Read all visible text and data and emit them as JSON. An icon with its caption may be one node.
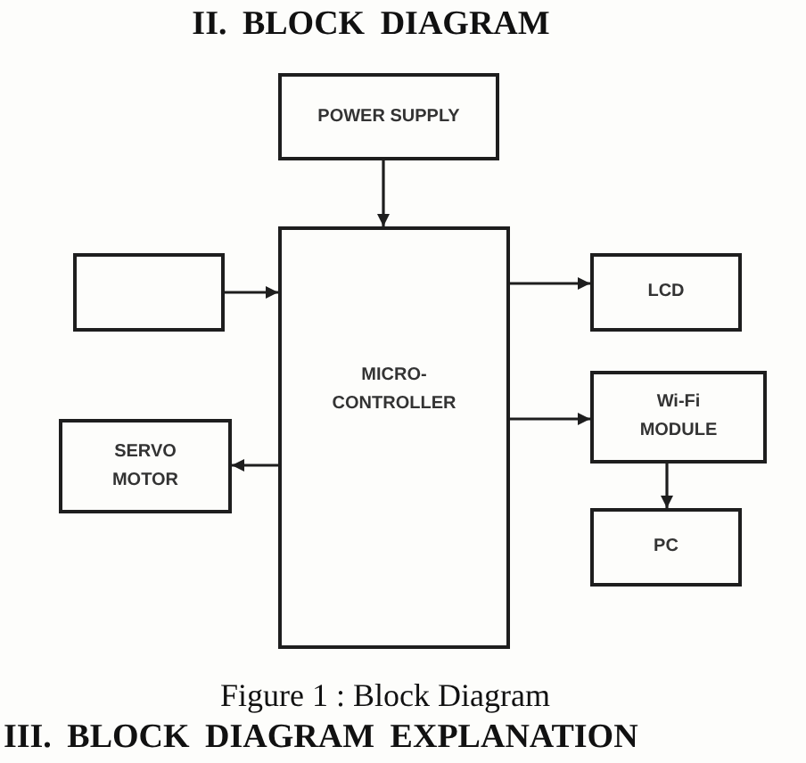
{
  "diagram": {
    "title": "II. BLOCK DIAGRAM",
    "caption": "Figure 1 : Block Diagram",
    "nodes": [
      {
        "text": [
          "POWER SUPPLY"
        ]
      },
      {
        "text": [
          "MICRO- CONTROLLER"
        ]
      },
      {
        "text": [],
        "shape": "box"
      },
      {
        "text": [
          "LCD"
        ]
      },
      {
        "text": [
          "Wi-Fi MODULE"
        ]
      },
      {
        "text": [
          "SERVO MOTOR"
        ]
      },
      {
        "text": [
          "PC"
        ]
      }
    ],
    "edges": [
      {
        "from": 0,
        "to": 1,
        "arrow": "to"
      },
      {
        "from": 2,
        "to": 1,
        "arrow": "to"
      },
      {
        "from": 1,
        "to": 3,
        "arrow": "to"
      },
      {
        "from": 1,
        "to": 4,
        "arrow": "to"
      },
      {
        "from": 1,
        "to": 5,
        "arrow": "to"
      },
      {
        "from": 4,
        "to": 6,
        "arrow": "to"
      }
    ],
    "labels": [
      "III. BLOCK DIAGRAM EXPLANATION"
    ]
  }
}
